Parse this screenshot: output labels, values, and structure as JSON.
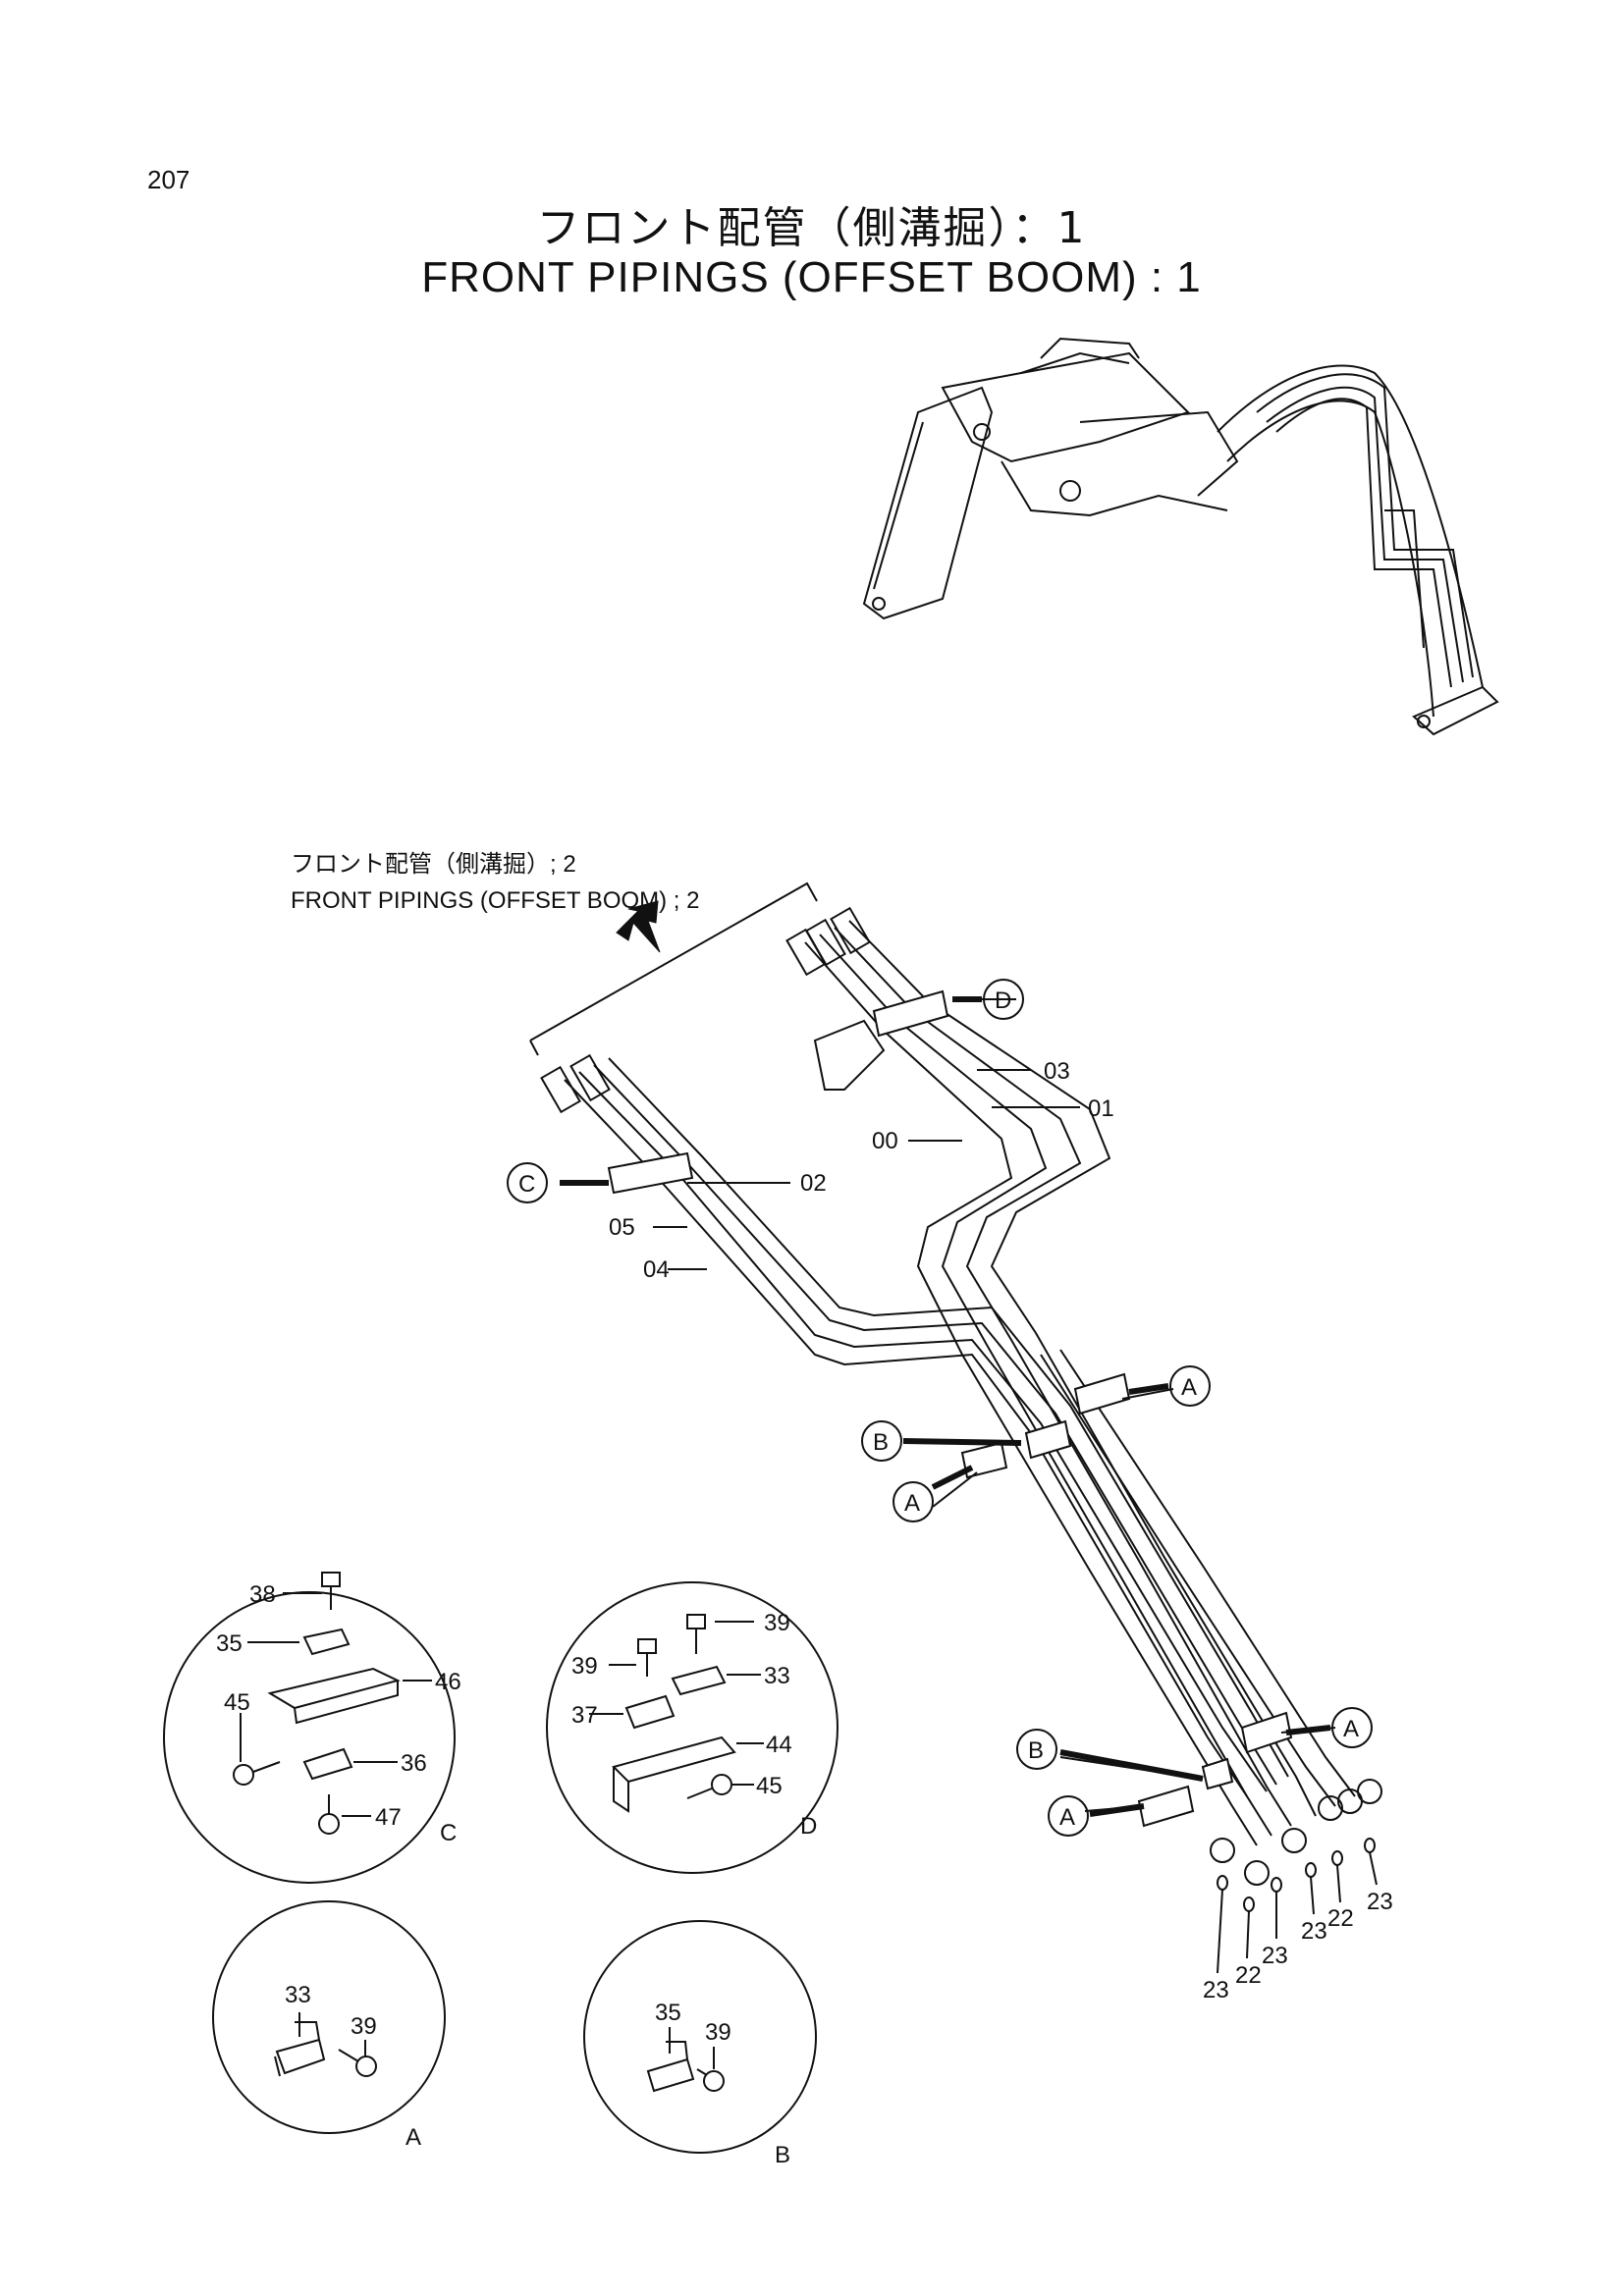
{
  "page_number": "207",
  "title_jp": "フロント配管（側溝掘）：1",
  "title_en": "FRONT PIPINGS (OFFSET BOOM) : 1",
  "continuation": {
    "jp": "フロント配管（側溝掘）; 2",
    "en": "FRONT PIPINGS (OFFSET BOOM) ; 2"
  },
  "part_labels": {
    "p00": "00",
    "p01": "01",
    "p02": "02",
    "p03": "03",
    "p04": "04",
    "p05": "05",
    "p22a": "22",
    "p22b": "22",
    "p23a": "23",
    "p23b": "23",
    "p23c": "23",
    "p23d": "23"
  },
  "detail_refs": {
    "A": "A",
    "B": "B",
    "C": "C",
    "D": "D"
  },
  "detail_C": {
    "label": "C",
    "parts": {
      "b38": "38",
      "b35": "35",
      "b46": "46",
      "b45": "45",
      "b36": "36",
      "b47": "47"
    }
  },
  "detail_D": {
    "label": "D",
    "parts": {
      "b39a": "39",
      "b39b": "39",
      "b33": "33",
      "b37": "37",
      "b44": "44",
      "b45": "45"
    }
  },
  "detail_A": {
    "label": "A",
    "parts": {
      "b33": "33",
      "b39": "39"
    }
  },
  "detail_B": {
    "label": "B",
    "parts": {
      "b35": "35",
      "b39": "39"
    }
  }
}
